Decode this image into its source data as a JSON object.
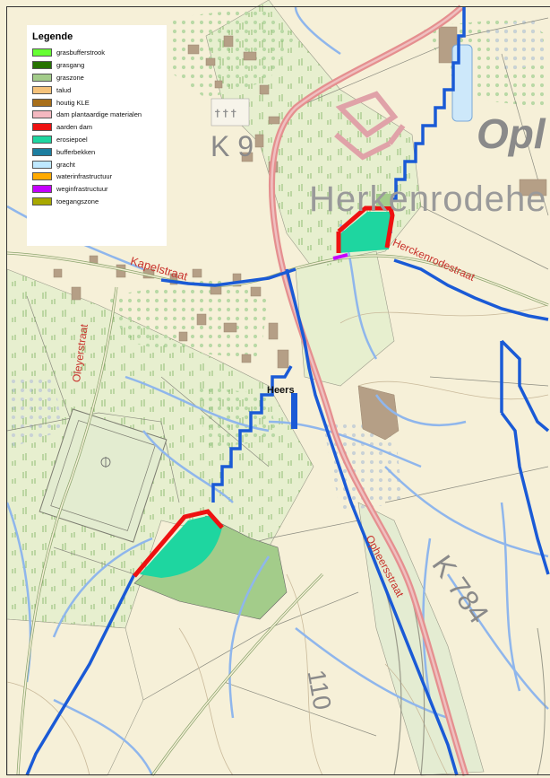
{
  "legend": {
    "title": "Legende",
    "items": [
      {
        "label": "grasbufferstrook",
        "color": "#66ff33"
      },
      {
        "label": "grasgang",
        "color": "#267300"
      },
      {
        "label": "graszone",
        "color": "#a3cc8a"
      },
      {
        "label": "talud",
        "color": "#f5c27a"
      },
      {
        "label": "houtig KLE",
        "color": "#a86f1a"
      },
      {
        "label": "dam plantaardige materialen",
        "color": "#f4b8c0"
      },
      {
        "label": "aarden dam",
        "color": "#ee1111"
      },
      {
        "label": "erosiepoel",
        "color": "#1ed6a0"
      },
      {
        "label": "bufferbekken",
        "color": "#1c7ea0"
      },
      {
        "label": "gracht",
        "color": "#bee8ff"
      },
      {
        "label": "waterinfrastructuur",
        "color": "#ffaa00"
      },
      {
        "label": "weginfrastructuur",
        "color": "#c400ff"
      },
      {
        "label": "toegangszone",
        "color": "#a8a800"
      }
    ]
  },
  "labels": {
    "place_big": "Opl",
    "locality": "Herkenrodehe",
    "road_k9": "K 9",
    "kapelstraat": "Kapelstraat",
    "herckenrodestraat": "Herckenrodestraat",
    "oleyerstraat": "Oleyerstraat",
    "heers": "Heers",
    "opheersstraat": "Opheersstraat",
    "road_k784": "K 784",
    "contour_110": "110"
  },
  "colors": {
    "base": "#f6f0d8",
    "meadow": "#e7efcf",
    "water_main": "#1a5ad6",
    "water_minor": "#8fb6ec",
    "road": "#e58f8f",
    "building": "#b59f86",
    "label_red": "#c8322c",
    "label_grey": "#888888"
  }
}
